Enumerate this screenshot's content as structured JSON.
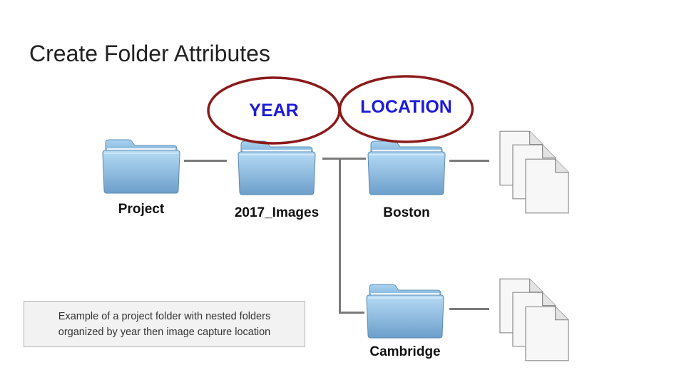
{
  "title": "Create Folder Attributes",
  "folders": [
    {
      "name": "Project"
    },
    {
      "name": "2017_Images"
    },
    {
      "name": "Boston"
    },
    {
      "name": "Cambridge"
    }
  ],
  "attribute_bubbles": [
    {
      "label": "YEAR"
    },
    {
      "label": "LOCATION"
    }
  ],
  "caption": {
    "line1": "Example of a project folder with nested folders",
    "line2": "organized by year then image capture location"
  },
  "colors": {
    "bubble_outline": "#8b1a1a",
    "bubble_text": "#1d1bd9",
    "folder_blue": "#8fc0e4",
    "connector": "#7a7a7a"
  },
  "icons": [
    "folder-icon",
    "document-stack-icon"
  ]
}
